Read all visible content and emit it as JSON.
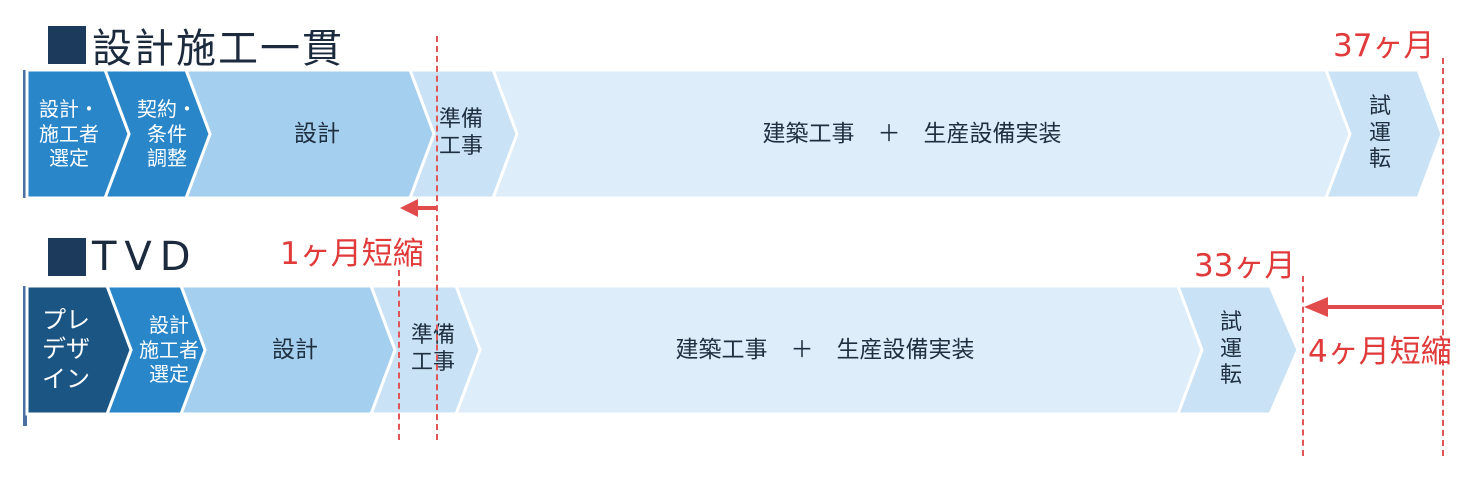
{
  "colors": {
    "dark": "#1b5584",
    "blue": "#2886c9",
    "mid": "#a5cfee",
    "light": "#c9e2f5",
    "pale": "#ddedf9",
    "red_text": "#e03a3a",
    "title": "#1b2a3d"
  },
  "section1": {
    "title": "設計施工一貫",
    "duration": "37ヶ月",
    "segments": [
      {
        "label": "設計・\n施工者\n選定"
      },
      {
        "label": "契約・\n条件\n調整"
      },
      {
        "label": "設計"
      },
      {
        "label": "準備\n工事"
      },
      {
        "label": "建築工事　＋　生産設備実装"
      },
      {
        "label": "試\n運\n転"
      }
    ]
  },
  "section2": {
    "title": "TVD",
    "duration": "33ヶ月",
    "segments": [
      {
        "label": "プレ\nデザ\nイン"
      },
      {
        "label": "設計\n施工者\n選定"
      },
      {
        "label": "設計"
      },
      {
        "label": "準備\n工事"
      },
      {
        "label": "建築工事　＋　生産設備実装"
      },
      {
        "label": "試\n運\n転"
      }
    ]
  },
  "annotations": {
    "short1": "1ヶ月短縮",
    "short4": "4ヶ月短縮"
  }
}
